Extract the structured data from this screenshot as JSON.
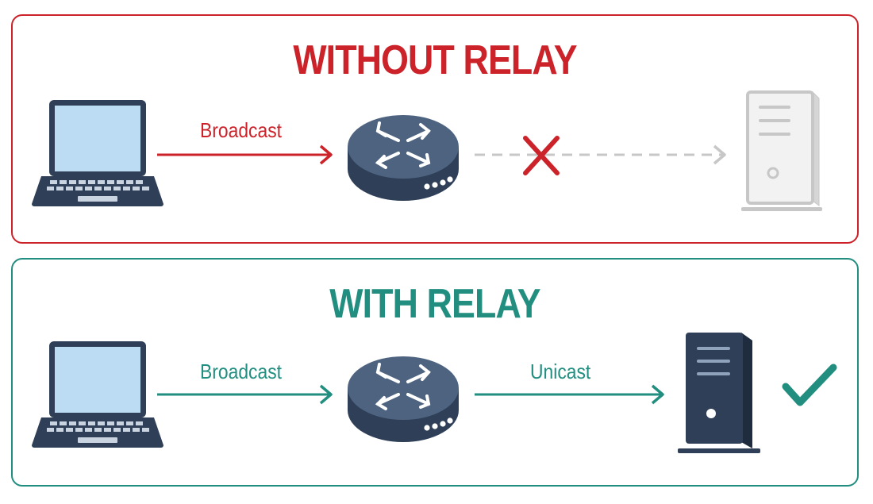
{
  "colors": {
    "without_accent": "#cc2229",
    "with_accent": "#218e80",
    "device_dark": "#2e3f57",
    "device_screen": "#bcdcf3",
    "unreachable_gray": "#c7c7c7"
  },
  "without_relay": {
    "title": "WITHOUT RELAY",
    "edge_label": "Broadcast",
    "client_icon": "laptop-icon",
    "relay_icon": "router-icon",
    "blocked_icon": "x-mark-icon",
    "server_icon": "server-tower-icon"
  },
  "with_relay": {
    "title": "WITH RELAY",
    "edge_label_1": "Broadcast",
    "edge_label_2": "Unicast",
    "client_icon": "laptop-icon",
    "relay_icon": "router-icon",
    "server_icon": "server-tower-icon",
    "success_icon": "checkmark-icon"
  }
}
